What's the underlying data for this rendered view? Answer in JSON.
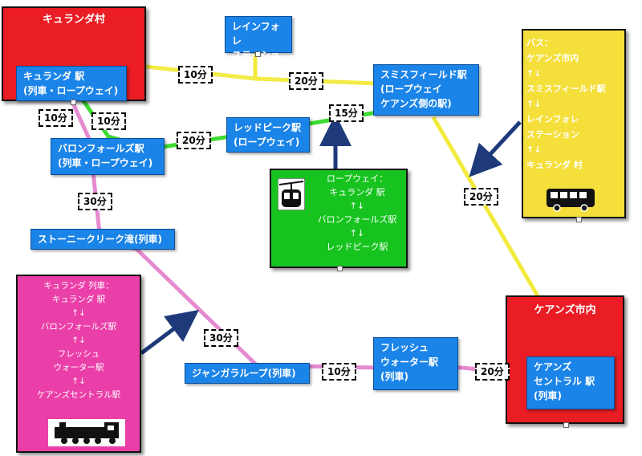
{
  "regions": {
    "kuranda_village": "キュランダ村",
    "cairns_city": "ケアンズ市内"
  },
  "stations": {
    "kuranda": "キュランダ 駅\n(列車・ロープウェイ)",
    "rainforest": "レインフォレ\nステーション",
    "smithfield": "スミスフィールド駅\n(ロープウェイ\nケアンズ側の駅)",
    "red_peak": "レッドピーク駅\n(ロープウェイ)",
    "barron_falls": "バロンフォールズ駅\n(列車・ロープウェイ)",
    "stoney_creek": "ストーニークリーク滝(列車)",
    "jungara": "ジャンガラループ(列車)",
    "freshwater": "フレッシュ\nウォーター駅\n(列車)",
    "cairns_central": "ケアンズ\nセントラル 駅\n(列車)"
  },
  "legends": {
    "bus": "バス：\nケアンズ市内\n↑↓\nスミスフィールド駅\n↑↓\nレインフォレ\nステーション\n↑↓\nキュランダ 村",
    "ropeway": "ロープウェイ：\nキュランダ 駅\n↑↓\nバロンフォールズ駅\n↑↓\nレッドピーク駅",
    "train": "キュランダ 列車：\nキュランダ 駅\n↑↓\nバロンフォールズ駅\n↑↓\nフレッシュ\nウォーター駅\n↑↓\nケアンズセントラル駅"
  },
  "times": {
    "kuranda_rainforest": "10分",
    "rainforest_smithfield": "20分",
    "smithfield_redpeak": "15分",
    "redpeak_barron": "20分",
    "kuranda_barron_ropeway": "10分",
    "kuranda_barron_train": "10分",
    "barron_stoney": "30分",
    "stoney_jungara": "30分",
    "jungara_freshwater": "10分",
    "freshwater_central": "20分",
    "smithfield_cairns": "20分"
  },
  "colors": {
    "bus_route": "#f2ea3c",
    "ropeway_route": "#3ddc32",
    "train_route": "#e58ad0",
    "arrow": "#1e3a7a",
    "station": "#1b84e8"
  },
  "icons": {
    "bus": "bus-icon",
    "ropeway": "gondola-icon",
    "train": "locomotive-icon"
  }
}
